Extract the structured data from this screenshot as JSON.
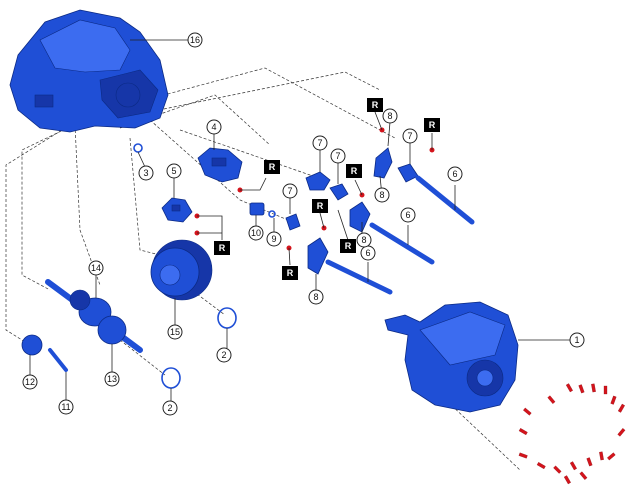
{
  "callouts": {
    "c1": "1",
    "c2a": "2",
    "c2b": "2",
    "c3": "3",
    "c4": "4",
    "c5": "5",
    "c6a": "6",
    "c6b": "6",
    "c6c": "6",
    "c7a": "7",
    "c7b": "7",
    "c7c": "7",
    "c7d": "7",
    "c8a": "8",
    "c8b": "8",
    "c8c": "8",
    "c8d": "8",
    "c9": "9",
    "c10": "10",
    "c11": "11",
    "c12": "12",
    "c13": "13",
    "c14": "14",
    "c15": "15",
    "c16": "16"
  },
  "marks": {
    "r1": "R",
    "r2": "R",
    "r3": "R",
    "r4": "R",
    "r5": "R",
    "r6": "R",
    "r7": "R",
    "r8": "R"
  },
  "colors": {
    "part_blue": "#1f4fd6",
    "bolt_red": "#d4141c"
  }
}
